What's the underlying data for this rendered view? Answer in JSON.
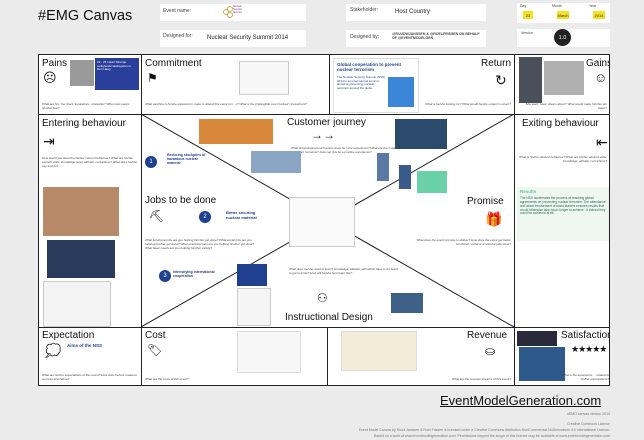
{
  "header": {
    "brand": "#EMG Canvas",
    "event_name_label": "Event name:",
    "designed_for_label": "Designed for:",
    "designed_for_value": "Nuclear Security Summit 2014",
    "logo_text": "Nuclear Security Summit",
    "stakeholder_label": "Stakeholder:",
    "stakeholder_value": "Host Country",
    "designed_by_label": "Designed by:",
    "designed_by_value": "@RUUDWJANSSEN & @ROELFRISSEN ON BEHALF OF @EVENTMODELGEN",
    "day_label": "Day",
    "day_value": "23",
    "month_label": "Month",
    "month_value": "March",
    "year_label": "Year",
    "year_value": "2014",
    "version_label": "Version",
    "version_value": "1.0"
  },
  "canvas": {
    "pains": {
      "title": "Pains",
      "q": "What are his / her fears, frustrations, obstacles? What risks keeps him/her fear?"
    },
    "commitment": {
      "title": "Commitment",
      "q": "What sacrifice is he/she expected to make to attend this event (on ...)? What is the (in)tangible cost involved / investment?"
    },
    "return": {
      "title": "Return",
      "q": "What is he/she looking for? What would he/she expect in return?"
    },
    "gains": {
      "title": "Gains",
      "q": "She want, need, dream about? What would make him/her pin down?"
    },
    "entering": {
      "title": "Entering behaviour",
      "q": "How would you describe his/her current behaviour? What are his/her present skills, knowledge level, attitude, convictions? What does he/she say and do?"
    },
    "journey": {
      "title": "Customer journey",
      "q": "What chronological touch points does he / she experience? What are the modes of contact moments? How can this be a positive experience?"
    },
    "exiting": {
      "title": "Exiting behaviour",
      "q": "What is his/her desired behaviour? What are his/her desired skills, knowledge, attitude, convictions?"
    },
    "jobs": {
      "title": "Jobs to be done",
      "q": "What functional jobs are you helping him/her get done? What social jobs are you helping him/her get done? What emotional jobs are you helping him/her get done? What basic needs are you helping him/her satisfy?"
    },
    "promise": {
      "title": "Promise",
      "q": "What does the event promise to deliver? How does the event get better functional, social or emotional jobs done?"
    },
    "design": {
      "title": "Instructional Design",
      "q": "What does he/she need to learn? knowledge, attitude, skill which have to be learnt to get to know? How will he/she best learn this?"
    },
    "expectation": {
      "title": "Expectation",
      "q": "What are his/her expectations of this event? How does he/she measure success and failure?"
    },
    "cost": {
      "title": "Cost",
      "q": "What are the costs of this event?"
    },
    "revenue": {
      "title": "Revenue",
      "q": "What are the revenue streams of this event?"
    },
    "satisfaction": {
      "title": "Satisfaction",
      "q": "What is the experience ... related to his/her expectations?"
    }
  },
  "slides": {
    "global_title": "Global cooperation to prevent nuclear terrorism",
    "global_body": "The Nuclear Security Summit (NSS) 2014 is an international summit aimed at preventing nuclear terrorism around the globe.",
    "jobs1": "Reducing stockpiles of hazardous nuclear material",
    "jobs2": "Better securing nuclear material",
    "jobs3": "Intensifying international cooperation",
    "aims_title": "Aims of the NSS",
    "results_title": "Results",
    "results_body": "The NSS accelerates the process of reaching global agreements on preventing nuclear terrorism. The attendance and direct involvement of world leaders ensures results that would otherwise take much longer to achieve - if indeed they could be achieved at all.",
    "pains_caption": "21 - 25 maart Strenge veiligheidsmaatregelen in Den Haag",
    "num1": "1",
    "num2": "2",
    "num3": "3"
  },
  "footer": {
    "brand": "EventModelGeneration.com",
    "version": "#EMG canvas version 2014",
    "license_title": "Creative Commons License",
    "license1": "Event Model Canvas by Ruud Janssen & Roel Frissen is licensed under a Creative Commons Attribution-NonCommercial-NoDerivatives 4.0 International License.",
    "license2": "Based on a work at www.eventmodelgeneration.com. Permissions beyond the scope of this license may be available at www.eventmodelgeneration.com"
  },
  "colors": {
    "accent_yellow": "#f5e11f",
    "slide_blue": "#1f3f8f",
    "results_green": "#5bc99a"
  }
}
